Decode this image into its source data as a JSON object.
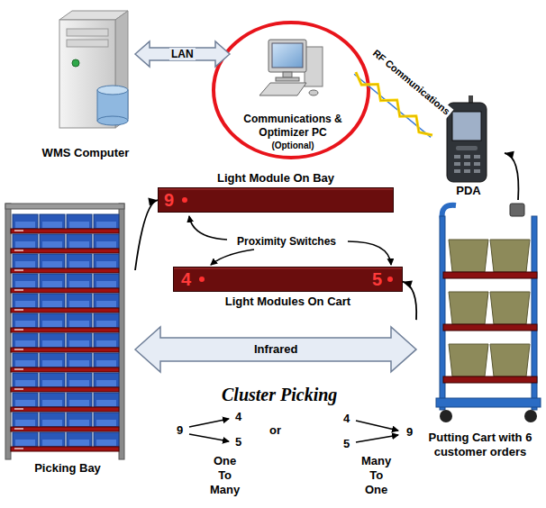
{
  "diagram": {
    "nodes": [
      {
        "text": [
          "WMS Computer"
        ]
      },
      {
        "text": [
          "Communications & Optimizer PC",
          "(Optional)"
        ]
      },
      {
        "text": [
          "PDA"
        ]
      },
      {
        "text": [
          "Light Module On Bay",
          "9"
        ]
      },
      {
        "text": [
          "4",
          "5",
          "Light Modules On Cart"
        ]
      },
      {
        "text": [
          "Picking Bay"
        ]
      },
      {
        "text": [
          "Putting Cart with 6 customer orders"
        ]
      }
    ],
    "edges": [
      {
        "from": 0,
        "to": 1,
        "label": "LAN",
        "arrow": "both"
      },
      {
        "from": 1,
        "to": 2,
        "label": "RF Communications",
        "arrow": "none"
      },
      {
        "from": 6,
        "to": 2,
        "arrow": "to"
      },
      {
        "from": 5,
        "to": 3,
        "arrow": "to"
      },
      {
        "from": 6,
        "to": 4,
        "arrow": "to"
      },
      {
        "from": 5,
        "to": 6,
        "label": "Infrared",
        "arrow": "both"
      }
    ],
    "labels": [
      "Proximity Switches",
      "Cluster Picking",
      "9",
      "4",
      "5",
      "One To Many",
      "or",
      "4",
      "5",
      "9",
      "Many To One"
    ]
  }
}
